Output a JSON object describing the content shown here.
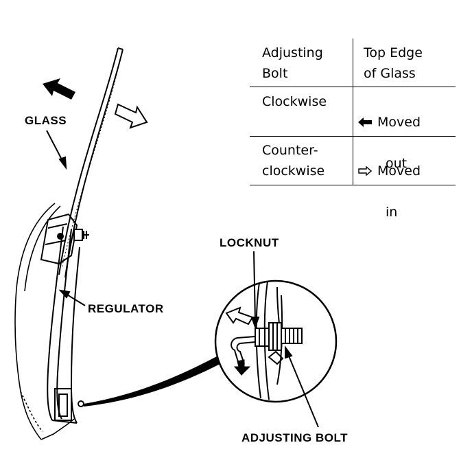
{
  "labels": {
    "glass": "GLASS",
    "regulator": "REGULATOR",
    "locknut": "LOCKNUT",
    "adjusting_bolt": "ADJUSTING BOLT"
  },
  "table": {
    "header": {
      "col1": "Adjusting\nBolt",
      "col2": "Top Edge\nof Glass"
    },
    "rows": [
      {
        "bolt": "Clockwise",
        "edge_line1": "Moved",
        "edge_line2": "out",
        "arrow": "solid-left-arrow-icon"
      },
      {
        "bolt": "Counter-\nclockwise",
        "edge_line1": "Moved",
        "edge_line2": "in",
        "arrow": "hollow-right-arrow-icon"
      }
    ]
  }
}
